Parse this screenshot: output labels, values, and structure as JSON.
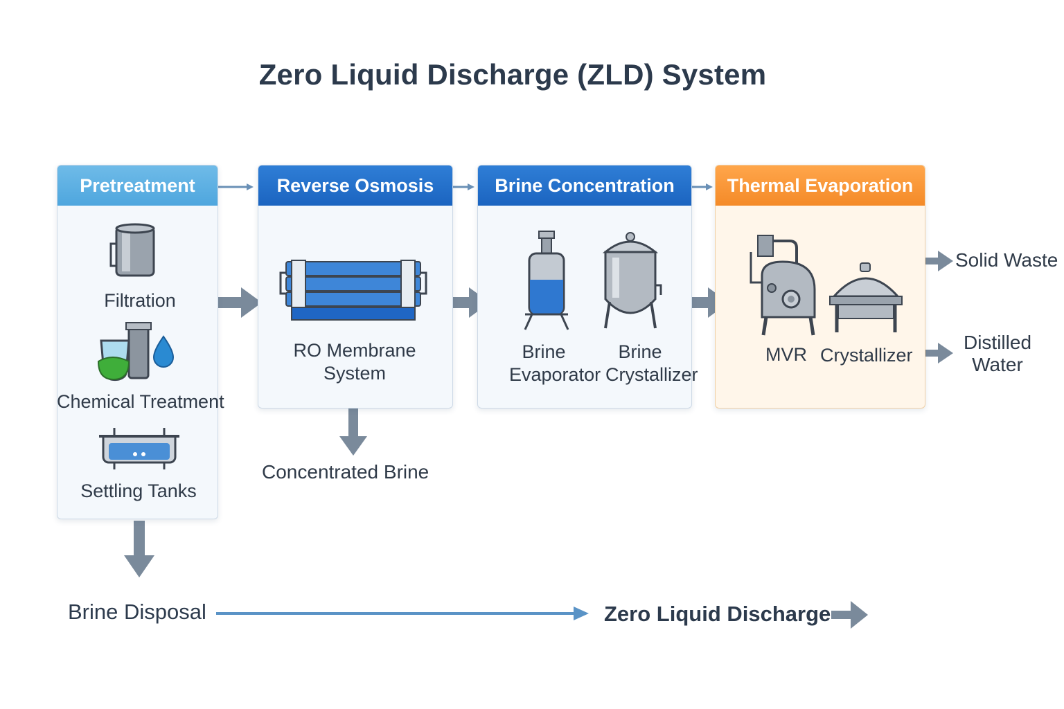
{
  "title": "Zero Liquid Discharge (ZLD) System",
  "stages": [
    {
      "name": "Pretreatment",
      "items": [
        "Filtration",
        "Chemical Treatment",
        "Settling Tanks"
      ]
    },
    {
      "name": "Reverse Osmosis",
      "items": [
        "RO Membrane System"
      ]
    },
    {
      "name": "Brine Concentration",
      "items": [
        "Brine Evaporator",
        "Brine Crystallizer"
      ]
    },
    {
      "name": "Thermal Evaporation",
      "items": [
        "MVR",
        "Crystallizer"
      ]
    }
  ],
  "outputs": {
    "concentrated_brine": "Concentrated Brine",
    "solid_waste": "Solid Waste",
    "distilled_water": "Distilled Water",
    "brine_disposal": "Brine Disposal",
    "zero_liquid_discharge": "Zero Liquid Discharge"
  },
  "colors": {
    "header_light_blue": "#4ea6de",
    "header_blue": "#1b64c0",
    "header_orange": "#f48a28",
    "arrow_gray": "#7a8a9b",
    "flow_line_blue": "#5a93c6"
  },
  "icons": [
    "filter-cartridge-icon",
    "chemical-dosing-icon",
    "settling-tank-icon",
    "ro-membrane-icon",
    "brine-evaporator-icon",
    "brine-crystallizer-icon",
    "mvr-icon",
    "crystallizer-icon"
  ]
}
